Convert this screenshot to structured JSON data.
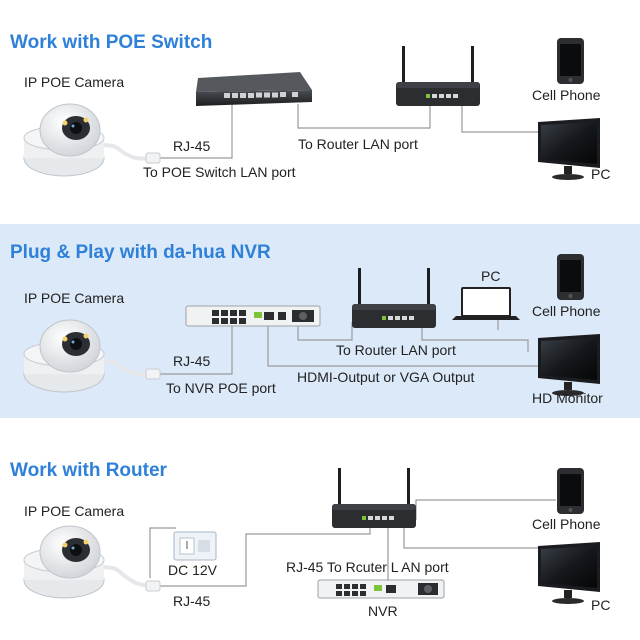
{
  "sections": [
    {
      "title": "Work with POE Switch",
      "labels": {
        "camera": "IP POE Camera",
        "rj45": "RJ-45",
        "switch_port": "To POE Switch LAN port",
        "router_port": "To Router LAN port",
        "phone": "Cell Phone",
        "pc": "PC"
      }
    },
    {
      "title": "Plug & Play with da-hua NVR",
      "labels": {
        "camera": "IP POE Camera",
        "rj45": "RJ-45",
        "nvr_port": "To NVR POE port",
        "router_port": "To Router LAN port",
        "hdmi": "HDMI-Output or VGA Output",
        "pc": "PC",
        "phone": "Cell Phone",
        "monitor": "HD Monitor"
      }
    },
    {
      "title": "Work with Router",
      "labels": {
        "camera": "IP POE Camera",
        "dc": "DC 12V",
        "rj45": "RJ-45",
        "router_port": "RJ-45 To Rcuter L AN port",
        "nvr": "NVR",
        "phone": "Cell Phone",
        "pc": "PC"
      }
    }
  ],
  "colors": {
    "title": "#2f80d8",
    "panel": "#dbe9f9",
    "line": "#9a9a9a",
    "led": "#7ec33a"
  }
}
